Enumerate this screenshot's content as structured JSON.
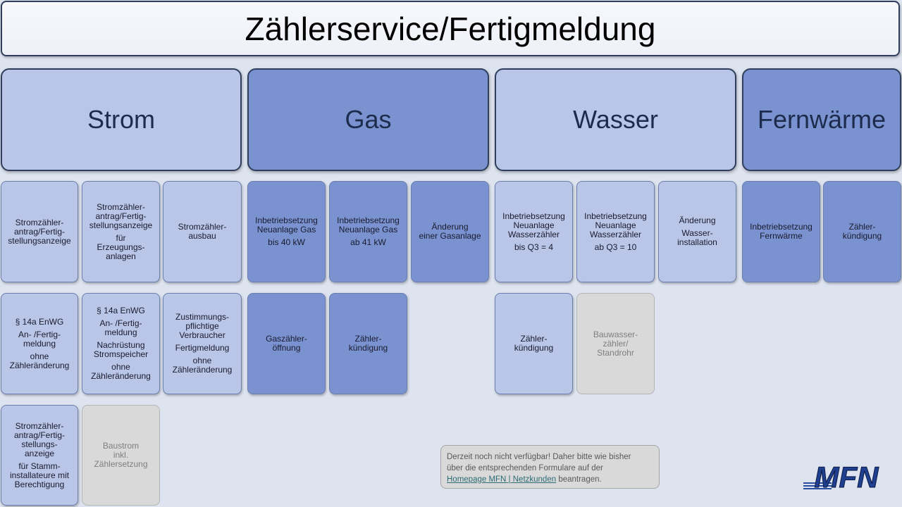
{
  "title": "Zählerservice/Fertigmeldung",
  "colors": {
    "light": "#b9c6e7",
    "dark": "#7a93d0",
    "grey": "#d9d9d9",
    "background": "#dde3ef"
  },
  "categories": [
    "Strom",
    "Gas",
    "Wasser",
    "Fernwärme"
  ],
  "tiles": {
    "strom_1": [
      "Stromzähler-",
      "antrag/Fertig-",
      "stellungsanzeige"
    ],
    "strom_2": [
      "Stromzähler-",
      "antrag/Fertig-",
      "stellungsanzeige",
      "für",
      "Erzeugungs-",
      "anlagen"
    ],
    "strom_3": [
      "Stromzähler-",
      "ausbau"
    ],
    "gas_1": [
      "Inbetriebsetzung",
      "Neuanlage Gas",
      "bis 40 kW"
    ],
    "gas_2": [
      "Inbetriebsetzung",
      "Neuanlage Gas",
      "ab 41 kW"
    ],
    "gas_3": [
      "Änderung",
      "einer Gasanlage"
    ],
    "wasser_1": [
      "Inbetriebsetzung",
      "Neuanlage",
      "Wasserzähler",
      "bis Q3 = 4"
    ],
    "wasser_2": [
      "Inbetriebsetzung",
      "Neuanlage",
      "Wasserzähler",
      "ab Q3 = 10"
    ],
    "wasser_3": [
      "Änderung",
      "Wasser-",
      "installation"
    ],
    "fern_1": [
      "Inbetriebsetzung",
      "Fernwärme"
    ],
    "fern_2": [
      "Zähler-",
      "kündigung"
    ],
    "strom_4": [
      "§ 14a EnWG",
      "An- /Fertig-",
      "meldung",
      "ohne",
      "Zähleränderung"
    ],
    "strom_5": [
      "§ 14a EnWG",
      "An- /Fertig-",
      "meldung",
      "Nachrüstung",
      "Stromspeicher",
      "ohne",
      "Zähleränderung"
    ],
    "strom_6": [
      "Zustimmungs-",
      "pflichtige",
      "Verbraucher",
      "Fertigmeldung",
      "ohne",
      "Zähleränderung"
    ],
    "gas_4": [
      "Gaszähler-",
      "öffnung"
    ],
    "gas_5": [
      "Zähler-",
      "kündigung"
    ],
    "wasser_4": [
      "Zähler-",
      "kündigung"
    ],
    "wasser_5": [
      "Bauwasser-",
      "zähler/",
      "Standrohr"
    ],
    "strom_7": [
      "Stromzähler-",
      "antrag/Fertig-",
      "stellungs-",
      "anzeige",
      "für Stamm-",
      "installateure mit",
      "Berechtigung"
    ],
    "strom_8": [
      "Baustrom",
      "inkl.",
      "Zählersetzung"
    ]
  },
  "notice": {
    "line1": "Derzeit noch nicht verfügbar! Daher bitte wie bisher",
    "line2": "über die entsprechenden Formulare auf der",
    "link": "Homepage MFN | Netzkunden",
    "tail": " beantragen."
  },
  "logo_text": "MFN"
}
